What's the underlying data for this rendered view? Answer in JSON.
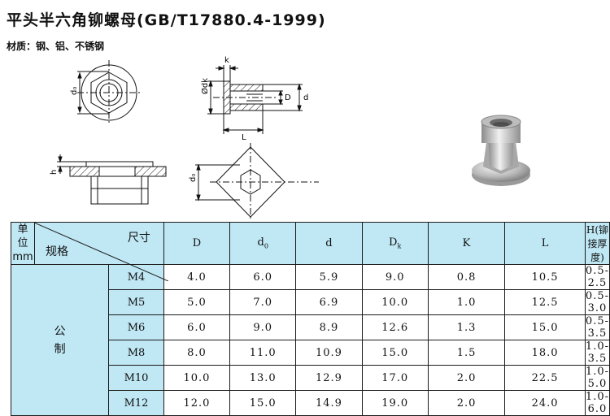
{
  "title": "平头半六角铆螺母(GB/T17880.4-1999)",
  "material": "材质：钢、铝、不锈钢",
  "drawing_labels": {
    "k": "k",
    "d0": "d₀",
    "dk": "Ødk",
    "D": "D",
    "d": "d",
    "L": "L",
    "h": "h",
    "d0b": "d₀"
  },
  "table": {
    "unit_col": [
      "单",
      "位",
      "mm"
    ],
    "size_label": "尺寸",
    "spec_label": "规格",
    "headers": [
      {
        "main": "D",
        "sub": ""
      },
      {
        "main": "d",
        "sub": "0"
      },
      {
        "main": "d",
        "sub": ""
      },
      {
        "main": "D",
        "sub": "k"
      },
      {
        "main": "K",
        "sub": ""
      },
      {
        "main": "L",
        "sub": ""
      },
      {
        "main": "H(铆接厚度)",
        "sub": ""
      }
    ],
    "unit_system": "公制",
    "rows": [
      {
        "spec": "M4",
        "values": [
          "4.0",
          "6.0",
          "5.9",
          "9.0",
          "0.8",
          "10.5",
          "0.5-2.5"
        ]
      },
      {
        "spec": "M5",
        "values": [
          "5.0",
          "7.0",
          "6.9",
          "10.0",
          "1.0",
          "12.5",
          "0.5-3.0"
        ]
      },
      {
        "spec": "M6",
        "values": [
          "6.0",
          "9.0",
          "8.9",
          "12.6",
          "1.3",
          "15.0",
          "0.5-3.5"
        ]
      },
      {
        "spec": "M8",
        "values": [
          "8.0",
          "11.0",
          "10.9",
          "15.0",
          "1.5",
          "18.0",
          "1.0-3.5"
        ]
      },
      {
        "spec": "M10",
        "values": [
          "10.0",
          "13.0",
          "12.9",
          "17.0",
          "2.0",
          "22.5",
          "1.0-5.0"
        ]
      },
      {
        "spec": "M12",
        "values": [
          "12.0",
          "15.0",
          "14.9",
          "19.0",
          "2.0",
          "24.0",
          "1.0-6.0"
        ]
      }
    ]
  }
}
